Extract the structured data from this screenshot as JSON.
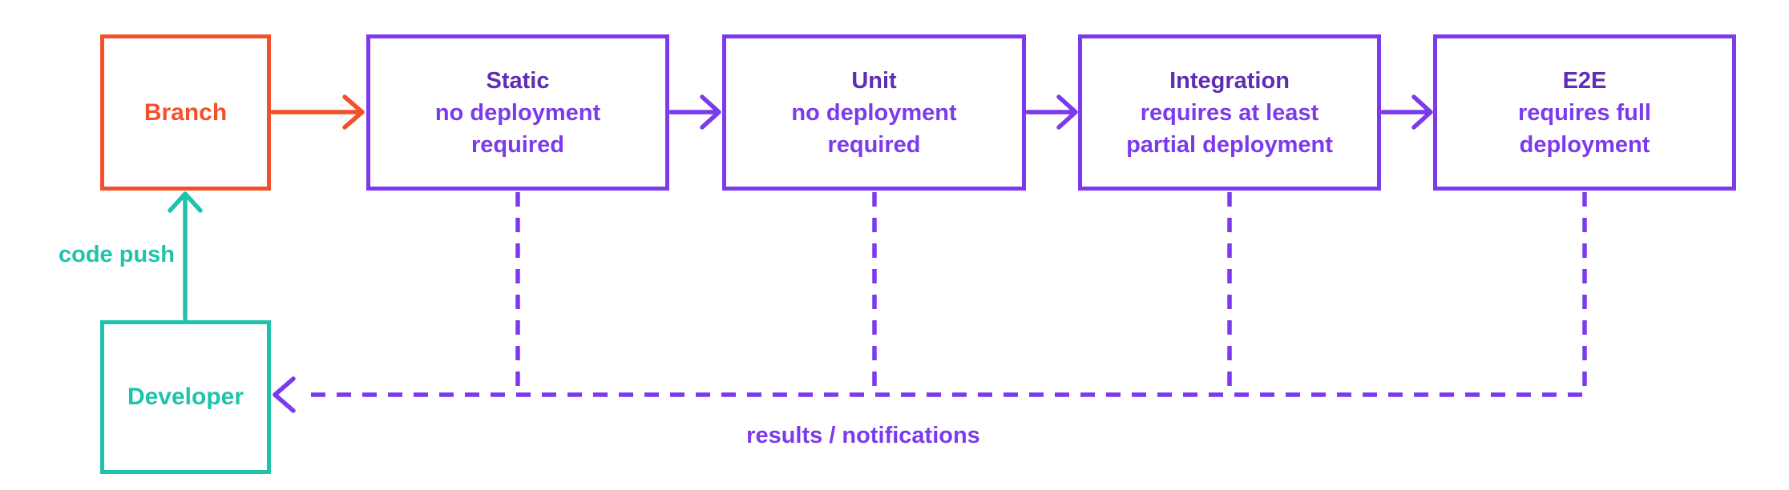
{
  "colors": {
    "orange": "#F4502A",
    "purple": "#7C3AED",
    "purple_dark": "#5F2DB3",
    "teal": "#1FC3AB"
  },
  "nodes": {
    "branch": {
      "label": "Branch"
    },
    "static": {
      "title": "Static",
      "subtitle": "no deployment\nrequired"
    },
    "unit": {
      "title": "Unit",
      "subtitle": "no deployment\nrequired"
    },
    "integration": {
      "title": "Integration",
      "subtitle": "requires at least\npartial deployment"
    },
    "e2e": {
      "title": "E2E",
      "subtitle": "requires full\ndeployment"
    },
    "developer": {
      "label": "Developer"
    }
  },
  "edge_labels": {
    "code_push": "code push",
    "results": "results / notifications"
  }
}
